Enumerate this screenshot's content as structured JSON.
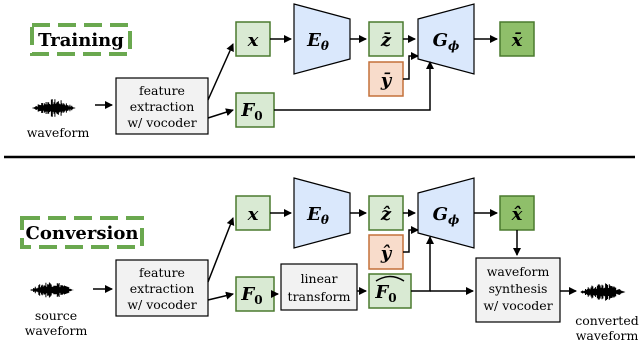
{
  "colors": {
    "green_fill": "#d9ead3",
    "green_stroke": "#4a7a2e",
    "green_dark_fill": "#8fbf6a",
    "blue_fill": "#dae8fc",
    "orange_fill": "#f8dccb",
    "orange_stroke": "#c4703a",
    "gray_fill": "#f2f2f2",
    "dash_green": "#6aa84f",
    "line": "#000000"
  },
  "training": {
    "title": "Training",
    "waveform_label": "waveform",
    "feature_box": [
      "feature",
      "extraction",
      "w/ vocoder"
    ],
    "x": "x",
    "encoder": "E",
    "encoder_sub": "θ",
    "z": "z̄",
    "y": "ȳ",
    "decoder": "G",
    "decoder_sub": "ϕ",
    "x_out": "x̄",
    "f0": "F",
    "f0_sub": "0"
  },
  "conversion": {
    "title": "Conversion",
    "waveform_label": [
      "source",
      "waveform"
    ],
    "feature_box": [
      "feature",
      "extraction",
      "w/ vocoder"
    ],
    "x": "x",
    "encoder": "E",
    "encoder_sub": "θ",
    "z": "ẑ",
    "y": "ŷ",
    "decoder": "G",
    "decoder_sub": "ϕ",
    "x_out": "x̂",
    "f0": "F",
    "f0_sub": "0",
    "linear_box": [
      "linear",
      "transform"
    ],
    "f0_hat": "F",
    "f0_hat_sub": "0",
    "synth_box": [
      "waveform",
      "synthesis",
      "w/ vocoder"
    ],
    "output_label": [
      "converted",
      "waveform"
    ]
  }
}
